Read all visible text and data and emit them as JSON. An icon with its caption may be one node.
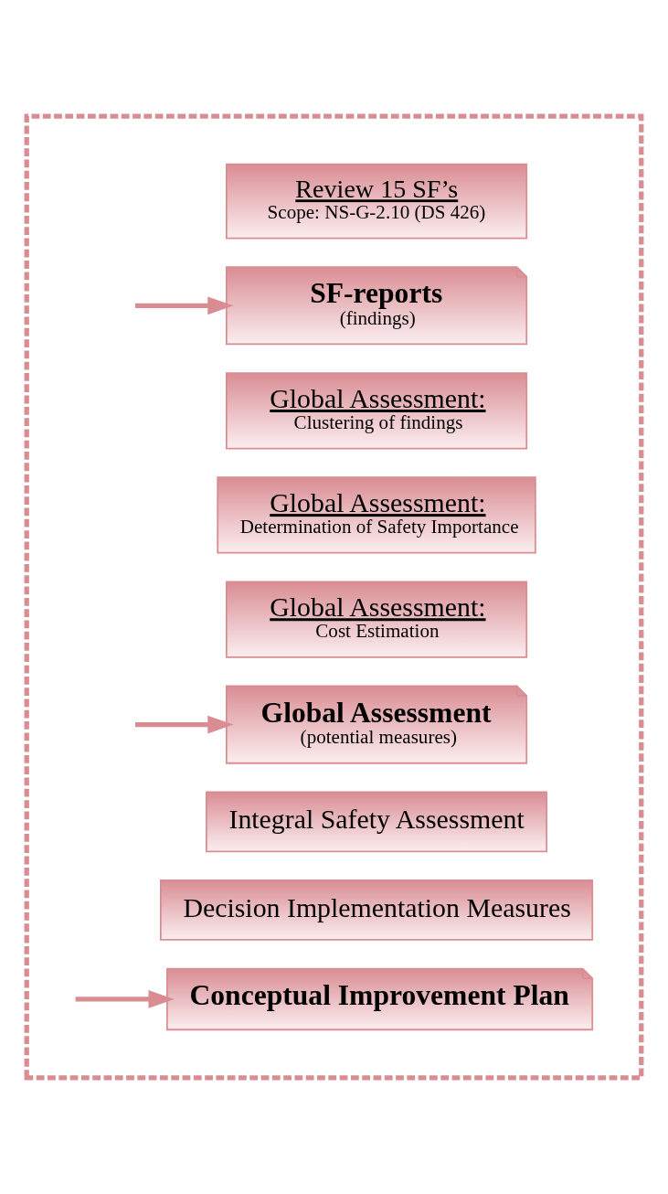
{
  "diagram": {
    "nodes": [
      {
        "text": [],
        "shape": "trapezoid"
      },
      {
        "text": [
          "Review 15 SF’s",
          "Scope: NS-G-2.10 (DS 426)"
        ],
        "in": 0
      },
      {
        "text": [
          "SF-reports",
          "(findings)"
        ],
        "in": 0
      },
      {
        "text": [
          "Global Assessment:",
          "Clustering of findings"
        ],
        "in": 0
      },
      {
        "text": [
          "Global Assessment:",
          "Determination of Safety Importance"
        ],
        "in": 0
      },
      {
        "text": [
          "Global Assessment:",
          "Cost Estimation"
        ],
        "in": 0
      },
      {
        "text": [
          "Global Assessment",
          "(potential measures)"
        ],
        "in": 0
      },
      {
        "text": [
          "Integral Safety Assessment"
        ],
        "in": 0
      },
      {
        "text": [
          "Decision Implementation Measures"
        ],
        "in": 0
      },
      {
        "text": [
          "Conceptual Improvement Plan"
        ],
        "in": 0
      }
    ],
    "edges": [
      {
        "from": null,
        "to": 2,
        "arrow": "to"
      },
      {
        "from": null,
        "to": 6,
        "arrow": "to"
      },
      {
        "from": null,
        "to": 9,
        "arrow": "to"
      }
    ]
  }
}
